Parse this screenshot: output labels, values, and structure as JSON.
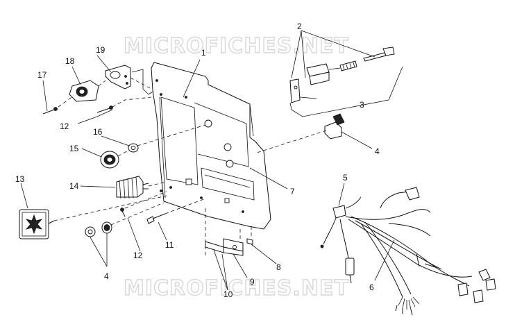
{
  "diagram": {
    "watermark": "MICROFICHES.NET",
    "callouts": {
      "c1": "1",
      "c2": "2",
      "c3": "3",
      "c4_upper": "4",
      "c4_lower": "4",
      "c5": "5",
      "c6": "6",
      "c7": "7",
      "c8": "8",
      "c9": "9",
      "c10": "10",
      "c11": "11",
      "c12_upper": "12",
      "c12_lower": "12",
      "c13": "13",
      "c14": "14",
      "c15": "15",
      "c16": "16",
      "c17": "17",
      "c18": "18",
      "c19": "19"
    }
  }
}
